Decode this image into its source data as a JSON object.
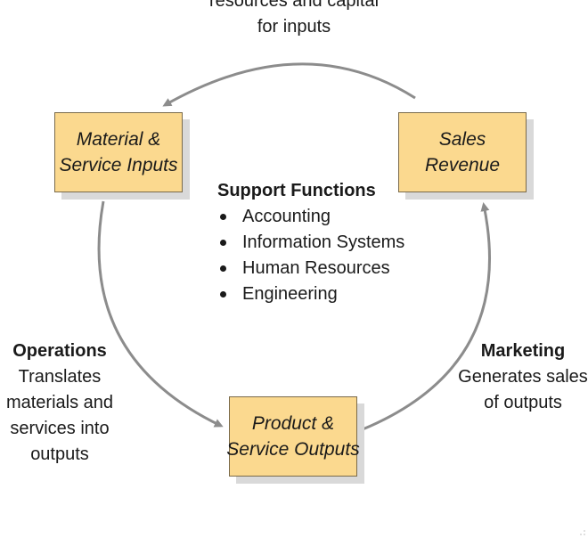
{
  "top_caption": {
    "line1": "resources and capital",
    "line2": "for inputs"
  },
  "boxes": {
    "material": {
      "line1": "Material &",
      "line2": "Service Inputs"
    },
    "sales": {
      "line1": "Sales",
      "line2": "Revenue"
    },
    "product": {
      "line1": "Product &",
      "line2": "Service Outputs"
    }
  },
  "support": {
    "title": "Support Functions",
    "items": [
      "Accounting",
      "Information Systems",
      "Human Resources",
      "Engineering"
    ]
  },
  "operations": {
    "title": "Operations",
    "lines": [
      "Translates",
      "materials and",
      "services into",
      "outputs"
    ]
  },
  "marketing": {
    "title": "Marketing",
    "lines": [
      "Generates sales",
      "of outputs"
    ]
  },
  "colors": {
    "box_fill": "#fbd98f",
    "box_border": "#7a6a4a",
    "shadow": "#d9d9d9",
    "arrow": "#8c8c8c"
  }
}
